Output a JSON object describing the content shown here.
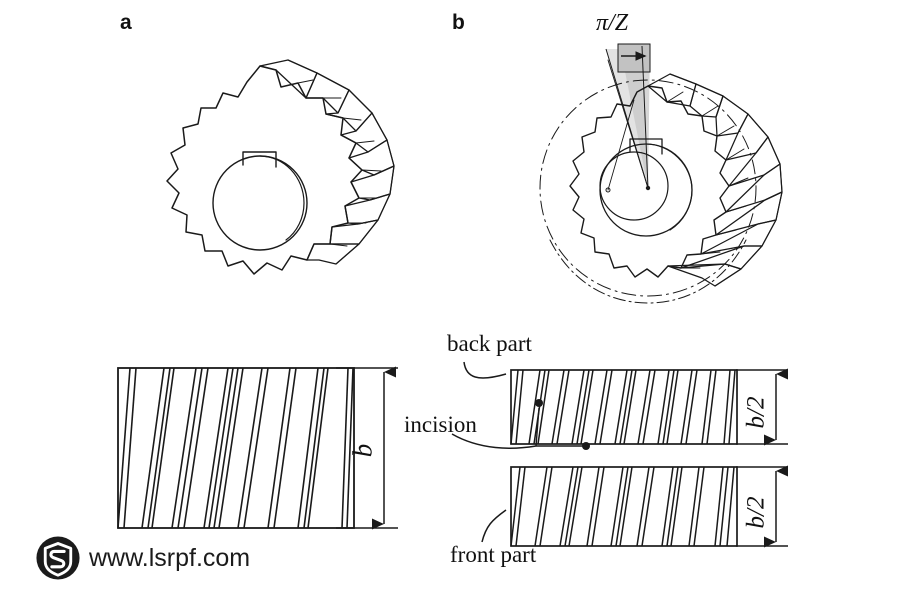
{
  "figure": {
    "panels": [
      {
        "id": "a",
        "letter": "a",
        "caption_top": "a",
        "gear_type": "helical-gear-single",
        "unrolled_label": "b"
      },
      {
        "id": "b",
        "letter": "b",
        "caption_top": "b",
        "gear_type": "helical-gear-split-staggered",
        "angle_label": "π/Z",
        "unrolled_labels": [
          "b/2",
          "b/2"
        ]
      }
    ],
    "annotations": {
      "angle": "π/Z",
      "back_part": "back part",
      "incision": "incision",
      "front_part": "front part",
      "dim_full_width": "b",
      "dim_half_width_top": "b/2",
      "dim_half_width_bottom": "b/2"
    },
    "colors": {
      "background": "#ffffff",
      "line": "#1a1a1a",
      "wedge_fill": "#c8c8c8",
      "wedge_fill_light": "#e2e2e2",
      "text": "#111111",
      "watermark": "#1b1b1b"
    }
  },
  "watermark": {
    "logo_icon": "lsrpf-shield-logo-icon",
    "url_text": "www.lsrpf.com"
  }
}
